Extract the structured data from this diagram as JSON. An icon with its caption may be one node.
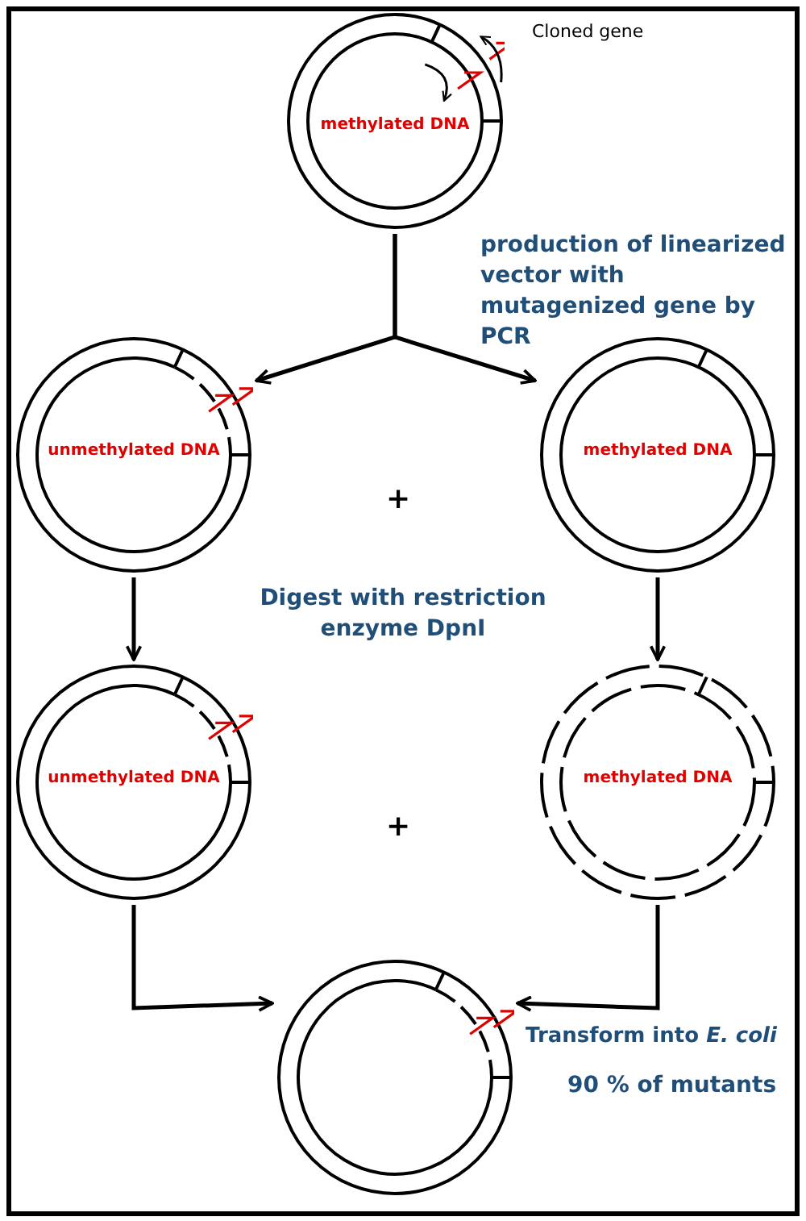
{
  "diagram": {
    "nodes": [
      {
        "text": [
          "methylated DNA"
        ]
      },
      {
        "text": [
          "unmethylated DNA"
        ]
      },
      {
        "text": [
          "methylated DNA"
        ]
      },
      {
        "text": [
          "unmethylated DNA"
        ]
      },
      {
        "text": [
          "methylated DNA"
        ]
      },
      {
        "text": [],
        "shape": "circle"
      }
    ],
    "edges": [
      {
        "from": 0,
        "to": 1,
        "arrow": "to"
      },
      {
        "from": 0,
        "to": 2,
        "arrow": "to"
      },
      {
        "from": 1,
        "to": 3,
        "arrow": "to"
      },
      {
        "from": 2,
        "to": 4,
        "arrow": "to"
      },
      {
        "from": 3,
        "to": 5,
        "arrow": "to"
      },
      {
        "from": 4,
        "to": 5,
        "arrow": "to"
      }
    ],
    "labels": [
      "Cloned gene",
      "production of linearized vector with mutagenized gene by PCR",
      "+",
      "Digest with restriction enzyme DpnI",
      "+",
      "Transform into *E. coli*",
      "90 % of mutants"
    ]
  }
}
